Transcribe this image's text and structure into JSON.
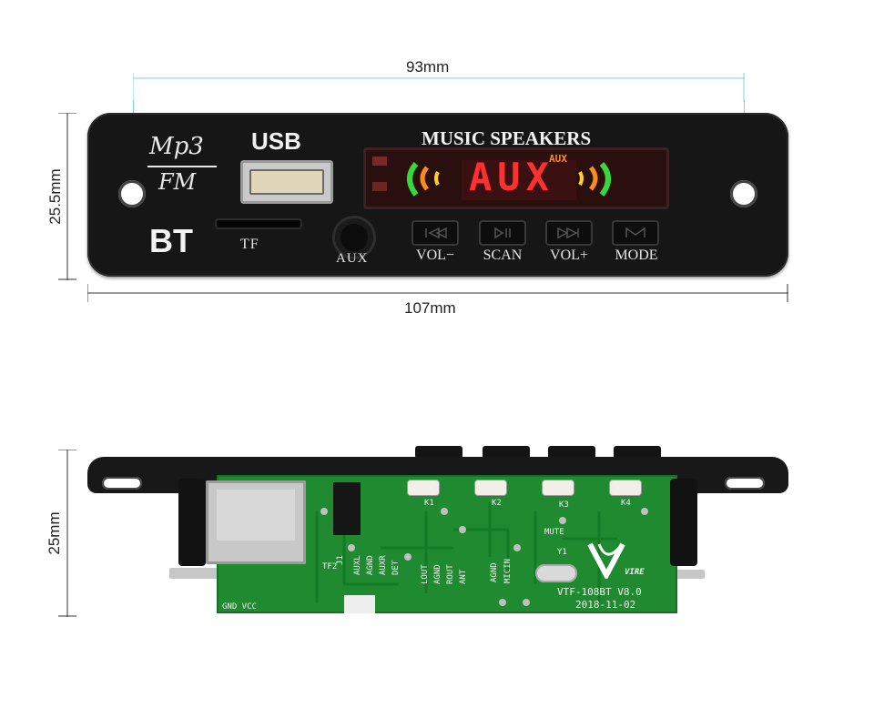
{
  "dimensions": {
    "top_width": "93mm",
    "overall_width": "107mm",
    "top_height": "25.5mm",
    "bottom_height": "25mm"
  },
  "panel": {
    "logo_mp3": "Mp3",
    "logo_fm": "FM",
    "bt": "BT",
    "usb": "USB",
    "tf": "TF",
    "title": "MUSIC SPEAKERS",
    "display_main": "AUX",
    "display_small": "AUX",
    "aux": "AUX",
    "buttons": [
      {
        "label": "VOL−"
      },
      {
        "label": "SCAN"
      },
      {
        "label": "VOL+"
      },
      {
        "label": "MODE"
      }
    ]
  },
  "pcb": {
    "keys": [
      "K1",
      "K2",
      "K3",
      "K4"
    ],
    "mute": "MUTE",
    "y1": "Y1",
    "brand": "VIRE",
    "model": "VTF-108BT  V8.0",
    "date": "2018-11-02",
    "pins_left": [
      "J1",
      "AUXL",
      "AGND",
      "AUXR",
      "DET"
    ],
    "pins_mid": [
      "LOUT",
      "AGND",
      "ROUT",
      "ANT"
    ],
    "pins_right": [
      "AGND",
      "MICIN"
    ],
    "tf2": "TF2",
    "gnd_vcc": "GND VCC"
  },
  "colors": {
    "panel": "#161616",
    "pcb": "#1f8a2f",
    "dim_line": "#7fd2e6",
    "led_red": "#ff3030",
    "led_orange": "#ff8a1e",
    "led_green": "#38d838"
  }
}
